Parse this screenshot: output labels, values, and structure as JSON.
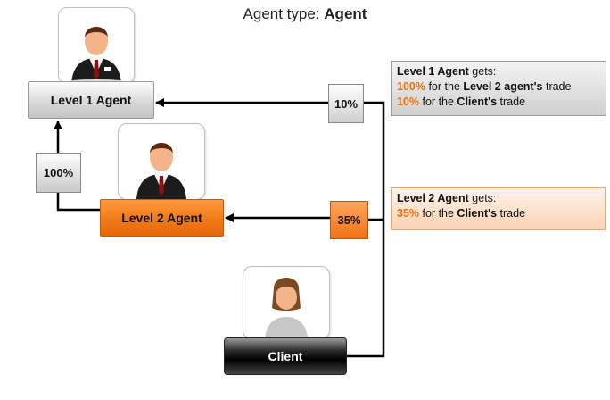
{
  "title": {
    "prefix": "Agent type:",
    "value": "Agent"
  },
  "nodes": {
    "level1": "Level 1 Agent",
    "level2": "Level 2 Agent",
    "client": "Client"
  },
  "percentages": {
    "client_to_level1": "10%",
    "level2_to_level1": "100%",
    "client_to_level2": "35%"
  },
  "info_level1": {
    "heading_bold": "Level 1 Agent",
    "heading_rest": " gets:",
    "line1": {
      "pct": "100%",
      "pre": " for the ",
      "bold": "Level 2 agent's",
      "post": " trade"
    },
    "line2": {
      "pct": "10%",
      "pre": " for the ",
      "bold": "Client's",
      "post": " trade"
    }
  },
  "info_level2": {
    "heading_bold": "Level 2 Agent",
    "heading_rest": " gets:",
    "line1": {
      "pct": "35%",
      "pre": " for the ",
      "bold": "Client's",
      "post": " trade"
    }
  },
  "colors": {
    "accent_orange": "#f07a16",
    "highlight_text": "#e8700f",
    "client_black": "#000000"
  },
  "icons": [
    "male-agent-icon",
    "male-agent-icon",
    "female-client-icon"
  ]
}
